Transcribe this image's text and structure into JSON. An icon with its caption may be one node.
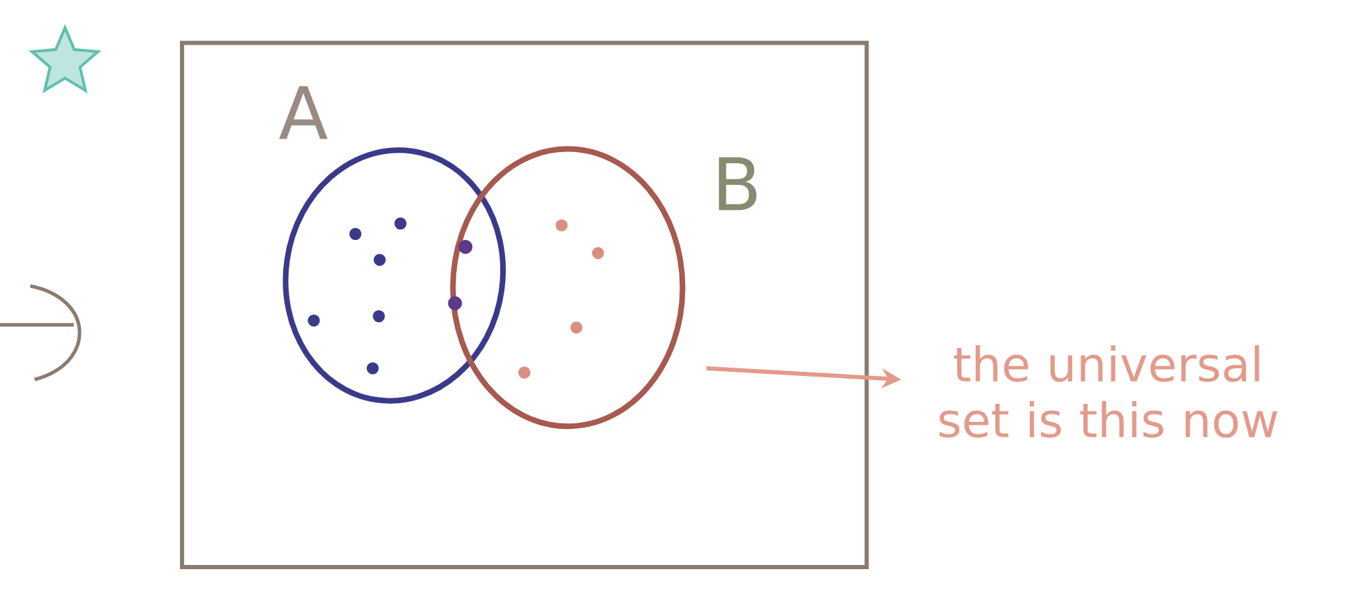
{
  "diagram": {
    "nodes": [
      {
        "text": [],
        "shape": "box"
      },
      {
        "text": [
          "A"
        ],
        "in": 0
      },
      {
        "text": [
          "B"
        ],
        "in": 0
      },
      {
        "text": [
          "the universal set is this now"
        ]
      }
    ],
    "edges": [
      {
        "from": null,
        "to": 3,
        "arrow": "to"
      }
    ]
  }
}
